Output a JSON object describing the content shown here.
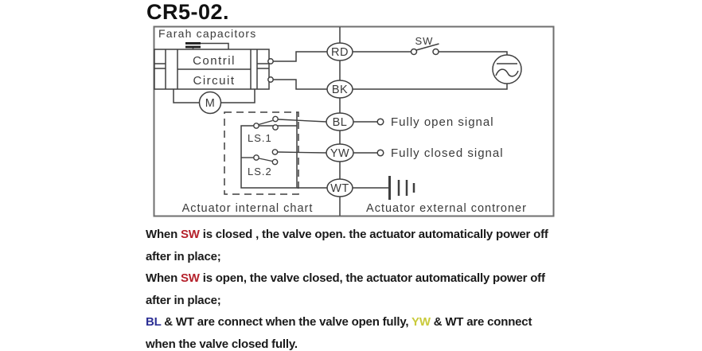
{
  "title": "CR5-02.",
  "colors": {
    "rd": "#9b2b31",
    "bk": "#2f2f2f",
    "bl": "#2d3095",
    "yw": "#c9ca3b",
    "wt": "#3f3f3f",
    "sw": "#b5222c",
    "line": "#3f3f3f",
    "frame": "#6f6f6f",
    "diagram_text": "#3a3a3a",
    "note_text": "#1a1a1a"
  },
  "diagram": {
    "capacitors_label": "Farah capacitors",
    "control_box": {
      "line1": "Contril",
      "line2": "Circuit"
    },
    "motor_label": "M",
    "switch_label": "SW",
    "wire_labels": {
      "rd": "RD",
      "bk": "BK",
      "bl": "BL",
      "yw": "YW",
      "wt": "WT"
    },
    "limit_switch_1": "LS.1",
    "limit_switch_2": "LS.2",
    "fully_open_label": "Fully open signal",
    "fully_closed_label": "Fully closed signal",
    "internal_section_label": "Actuator internal chart",
    "external_section_label": "Actuator external controner"
  },
  "notes": {
    "lines": [
      {
        "segments": [
          {
            "text": "When ",
            "color": ""
          },
          {
            "text": "SW",
            "color": "sw"
          },
          {
            "text": " is closed , the valve open. the actuator automatically power off",
            "color": ""
          }
        ]
      },
      {
        "segments": [
          {
            "text": "after in place;",
            "color": ""
          }
        ]
      },
      {
        "segments": [
          {
            "text": "When ",
            "color": ""
          },
          {
            "text": "SW",
            "color": "sw"
          },
          {
            "text": " is open, the valve closed, the actuator automatically power off",
            "color": ""
          }
        ]
      },
      {
        "segments": [
          {
            "text": "after in place;",
            "color": ""
          }
        ]
      },
      {
        "segments": [
          {
            "text": "BL",
            "color": "bl"
          },
          {
            "text": " & WT are connect when the valve open fully, ",
            "color": ""
          },
          {
            "text": "YW",
            "color": "yw"
          },
          {
            "text": " & WT are connect",
            "color": ""
          }
        ]
      },
      {
        "segments": [
          {
            "text": "when the valve closed fully.",
            "color": ""
          }
        ]
      }
    ]
  }
}
